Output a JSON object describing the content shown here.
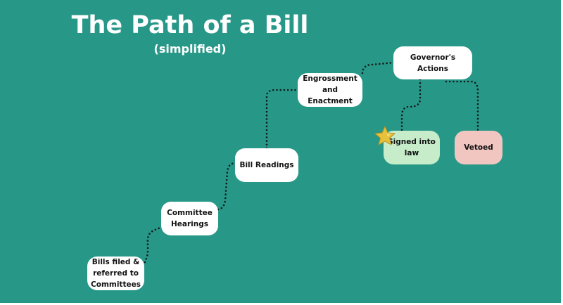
{
  "title": "The Path of a Bill",
  "subtitle": "(simplified)",
  "colors": {
    "background": "#279888",
    "node_default": "#ffffff",
    "node_signed": "#c6ecc9",
    "node_vetoed": "#f1c6c0",
    "connector": "#141a1a",
    "star": "#e8c13c"
  },
  "nodes": [
    {
      "id": "bills",
      "label": "Bills filed &\nreferred to\nCommittees"
    },
    {
      "id": "committee",
      "label": "Committee\nHearings"
    },
    {
      "id": "readings",
      "label": "Bill Readings"
    },
    {
      "id": "engross",
      "label": "Engrossment and\nEnactment"
    },
    {
      "id": "governor",
      "label": "Governor's Actions"
    },
    {
      "id": "signed",
      "label": "Signed into\nlaw"
    },
    {
      "id": "vetoed",
      "label": "Vetoed"
    }
  ],
  "edges": [
    {
      "from": "bills",
      "to": "committee"
    },
    {
      "from": "committee",
      "to": "readings"
    },
    {
      "from": "readings",
      "to": "engross"
    },
    {
      "from": "engross",
      "to": "governor"
    },
    {
      "from": "governor",
      "to": "signed"
    },
    {
      "from": "governor",
      "to": "vetoed"
    }
  ],
  "decorations": {
    "signed_badge": "star-icon"
  }
}
